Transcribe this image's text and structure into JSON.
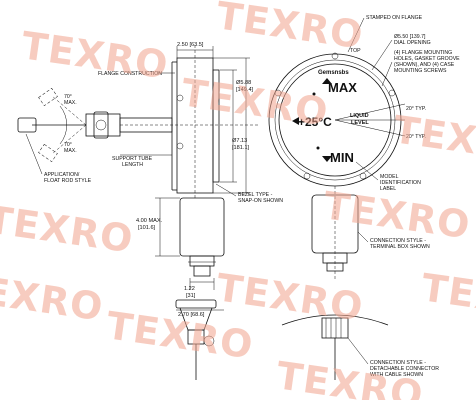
{
  "labels": {
    "stamped_on_flange": "STAMPED ON FLANGE",
    "flange_construction": "FLANGE CONSTRUCTION",
    "dial_opening_dim": "Ø5.50 [139.7]",
    "dial_opening": "DIAL OPENING",
    "flange_mounting_1": "(4) FLANGE MOUNTING",
    "flange_mounting_2": "HOLES, GASKET GROOVE",
    "flange_mounting_3": "(SHOWN), AND (4) CASE",
    "flange_mounting_4": "MOUNTING SCREWS",
    "support_tube_1": "SUPPORT TUBE",
    "support_tube_2": "LENGTH",
    "application_1": "APPLICATION/",
    "application_2": "FLOAT ROD STYLE",
    "bezel_1": "BEZEL TYPE -",
    "bezel_2": "SNAP-ON SHOWN",
    "model_1": "MODEL",
    "model_2": "IDENTIFICATION",
    "model_3": "LABEL",
    "conn_terminal_1": "CONNECTION STYLE -",
    "conn_terminal_2": "TERMINAL BOX SHOWN",
    "conn_detach_1": "CONNECTION STYLE -",
    "conn_detach_2": "DETACHABLE CONNECTOR",
    "conn_detach_3": "WITH CABLE SHOWN",
    "top": "TOP",
    "typ_upper": "20° TYP.",
    "typ_lower": "20° TYP.",
    "angle_upper": "70°",
    "angle_upper_sub": "MAX.",
    "angle_lower": "70°",
    "angle_lower_sub": "MAX."
  },
  "dims": {
    "width_top": "2.50 [63.5]",
    "dia_inner_1": "Ø5.88",
    "dia_inner_2": "[149.4]",
    "dia_outer_1": "Ø7.13",
    "dia_outer_2": "[181.1]",
    "max_height_1": "4.00 MAX.",
    "max_height_2": "[101.6]",
    "small_1": "1.22",
    "small_2": "[31]",
    "bottom_width": "2.70 [68.6]"
  },
  "dial": {
    "brand": "Gemsnsbs",
    "max": "MAX",
    "min": "MIN",
    "temp": "+25°C",
    "liquid": "LIQUID",
    "level": "LEVEL"
  },
  "watermark": "TEXRO",
  "colors": {
    "watermark": "#f2a48e",
    "line": "#111111",
    "background": "#ffffff"
  }
}
